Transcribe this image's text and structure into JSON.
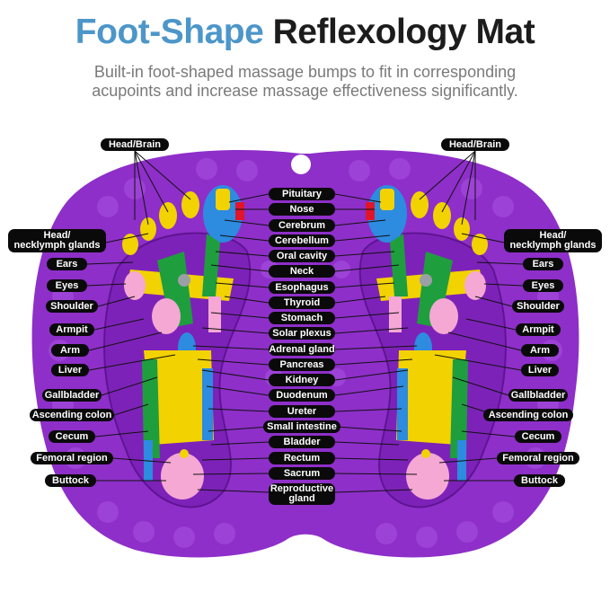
{
  "title": {
    "part1": "Foot-Shape",
    "part2": "Reflexology Mat"
  },
  "subtitle": {
    "line1": "Built-in foot-shaped massage bumps to fit in corresponding",
    "line2": "acupoints and increase massage effectiveness significantly."
  },
  "colors": {
    "mat": "#8e2fc9",
    "title_accent": "#4c96c9",
    "label_bg": "#0a0a0a"
  },
  "labels": {
    "head_brain_left": "Head/Brain",
    "head_brain_right": "Head/Brain",
    "head_neck_left": {
      "line1": "Head/",
      "line2": "necklymph glands"
    },
    "head_neck_right": {
      "line1": "Head/",
      "line2": "necklymph glands"
    },
    "side_left": [
      "Ears",
      "Eyes",
      "Shoulder",
      "Armpit",
      "Arm",
      "Liver",
      "Gallbladder",
      "Ascending colon",
      "Cecum",
      "Femoral region",
      "Buttock"
    ],
    "side_right": [
      "Ears",
      "Eyes",
      "Shoulder",
      "Armpit",
      "Arm",
      "Liver",
      "Gallbladder",
      "Ascending colon",
      "Cecum",
      "Femoral region",
      "Buttock"
    ],
    "center": [
      "Pituitary",
      "Nose",
      "Cerebrum",
      "Cerebellum",
      "Oral cavity",
      "Neck",
      "Esophagus",
      "Thyroid",
      "Stomach",
      "Solar plexus",
      "Adrenal gland",
      "Pancreas",
      "Kidney",
      "Duodenum",
      "Ureter",
      "Small intestine",
      "Bladder",
      "Rectum",
      "Sacrum"
    ],
    "reproductive": {
      "line1": "Reproductive",
      "line2": "gland"
    }
  }
}
